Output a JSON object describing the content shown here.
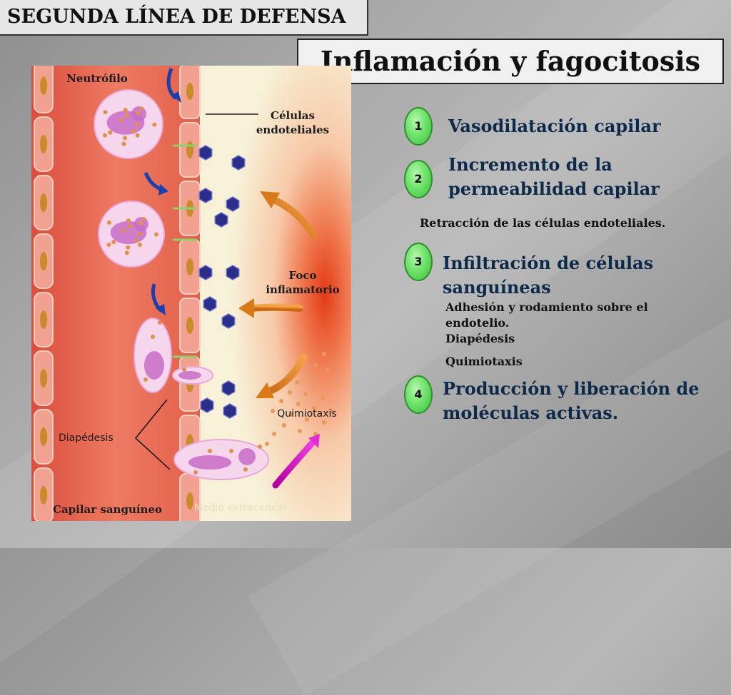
{
  "header": {
    "section_title": "SEGUNDA LÍNEA DE DEFENSA",
    "main_title": "Inflamación y fagocitosis"
  },
  "diagram": {
    "neutrofilo": "Neutrófilo",
    "celulas_endoteliales": "Células endoteliales",
    "foco_inflamatorio": "Foco inflamatorio",
    "quimiotaxis": "Quimiotaxis",
    "diapedesis": "Diapédesis",
    "capilar": "Capilar sanguíneo",
    "medio_extracelular": "Medio extracelular",
    "colors": {
      "vessel": "#e8705a",
      "endothelium": "#f2a090",
      "nucleus_pink": "#c86cc8",
      "cell_body": "#f6d6ec",
      "granule": "#e0904a",
      "hexagon": "#2b2f8a",
      "focus": "#e03a1a",
      "tissue": "#f6f0d6"
    }
  },
  "steps": [
    {
      "number": "1",
      "text": "Vasodilatación capilar"
    },
    {
      "number": "2",
      "text": "Incremento de la permeabilidad capilar"
    },
    {
      "number": "3",
      "text": "Infiltración de células sanguíneas"
    },
    {
      "number": "4",
      "text": "Producción y liberación de moléculas activas."
    }
  ],
  "details": {
    "retraccion": "Retracción de las células endoteliales.",
    "adhesion": "Adhesión y rodamiento sobre el endotelio.",
    "diapedesis": "Diapédesis",
    "quimiotaxis": "Quimiotaxis"
  }
}
